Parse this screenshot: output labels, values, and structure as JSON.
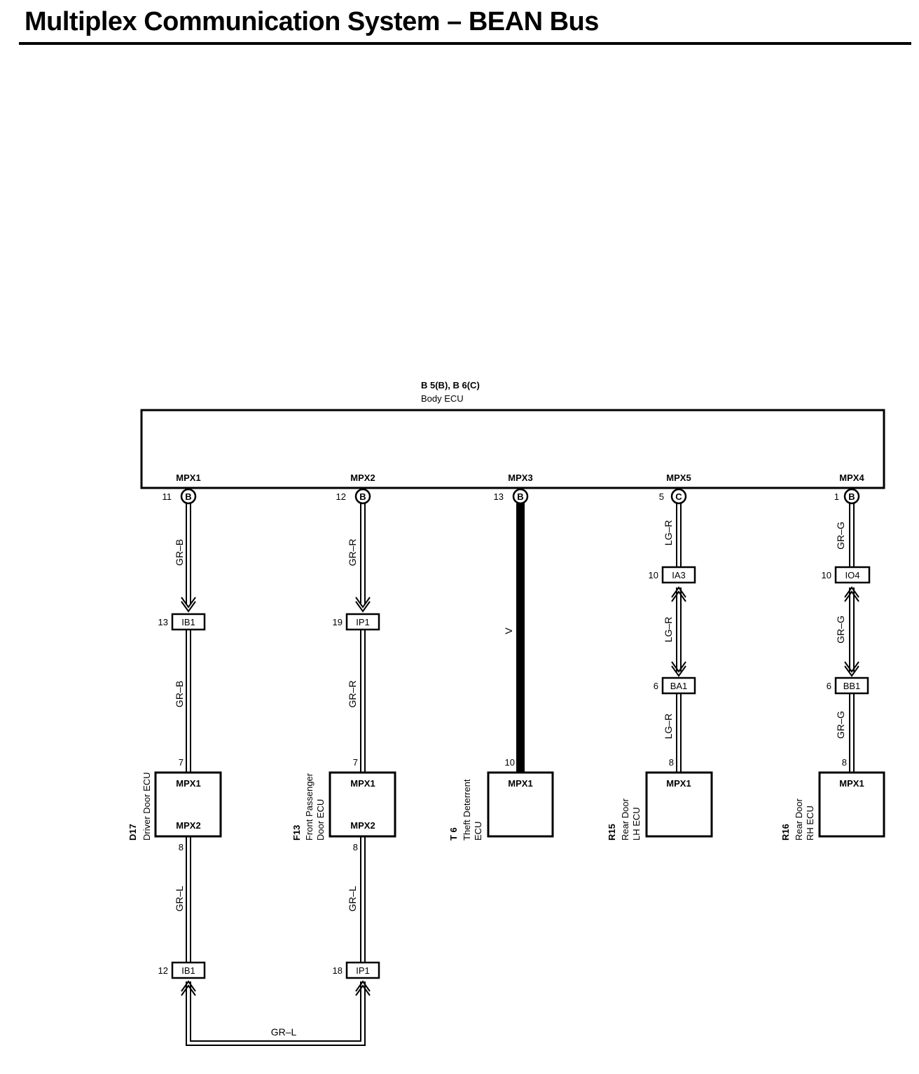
{
  "title": "Multiplex Communication System – BEAN Bus",
  "body_ecu": {
    "connector_label": "B 5(B), B 6(C)",
    "name": "Body ECU",
    "pins": [
      {
        "terminal": "MPX1",
        "number": "11",
        "connector": "B"
      },
      {
        "terminal": "MPX2",
        "number": "12",
        "connector": "B"
      },
      {
        "terminal": "MPX3",
        "number": "13",
        "connector": "B"
      },
      {
        "terminal": "MPX5",
        "number": "5",
        "connector": "C"
      },
      {
        "terminal": "MPX4",
        "number": "1",
        "connector": "B"
      }
    ]
  },
  "wires": {
    "col1_upper": "GR–B",
    "col1_middle": "GR–B",
    "col1_lower": "GR–L",
    "col2_upper": "GR–R",
    "col2_middle": "GR–R",
    "col2_lower": "GR–L",
    "col3": "V",
    "col4_upper": "LG–R",
    "col4_middle": "LG–R",
    "col4_lower": "LG–R",
    "col5_upper": "GR–G",
    "col5_middle": "GR–G",
    "col5_lower": "GR–G",
    "bottom_link": "GR–L"
  },
  "junctions": {
    "j1a": {
      "pin": "13",
      "name": "IB1"
    },
    "j1b": {
      "pin": "12",
      "name": "IB1"
    },
    "j2a": {
      "pin": "19",
      "name": "IP1"
    },
    "j2b": {
      "pin": "18",
      "name": "IP1"
    },
    "j4a": {
      "pin": "10",
      "name": "IA3"
    },
    "j4b": {
      "pin": "6",
      "name": "BA1"
    },
    "j5a": {
      "pin": "10",
      "name": "IO4"
    },
    "j5b": {
      "pin": "6",
      "name": "BB1"
    }
  },
  "ecus": [
    {
      "code": "D17",
      "name_lines": [
        "Driver Door ECU"
      ],
      "pin_top": "7",
      "pin_bottom": "8",
      "terminal_top": "MPX1",
      "terminal_bottom": "MPX2"
    },
    {
      "code": "F13",
      "name_lines": [
        "Front Passenger",
        "Door ECU"
      ],
      "pin_top": "7",
      "pin_bottom": "8",
      "terminal_top": "MPX1",
      "terminal_bottom": "MPX2"
    },
    {
      "code": "T 6",
      "name_lines": [
        "Theft Deterrent",
        "ECU"
      ],
      "pin_top": "10",
      "terminal_top": "MPX1"
    },
    {
      "code": "R15",
      "name_lines": [
        "Rear Door",
        "LH ECU"
      ],
      "pin_top": "8",
      "terminal_top": "MPX1"
    },
    {
      "code": "R16",
      "name_lines": [
        "Rear Door",
        "RH ECU"
      ],
      "pin_top": "8",
      "terminal_top": "MPX1"
    }
  ]
}
